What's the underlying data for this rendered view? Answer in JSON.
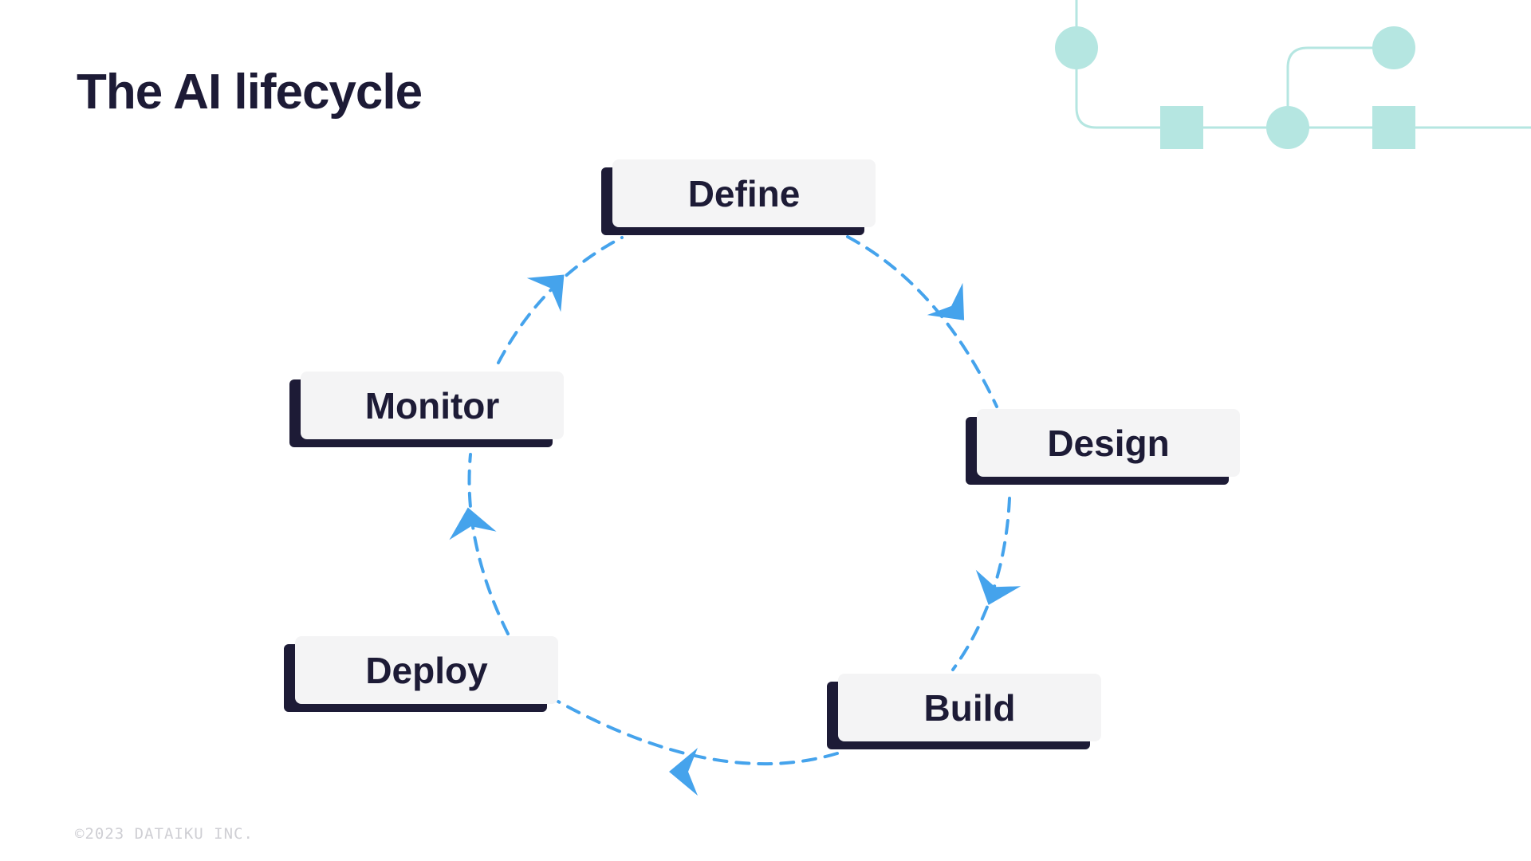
{
  "slide": {
    "title": "The AI lifecycle",
    "copyright": "©2023 DATAIKU INC."
  },
  "diagram": {
    "type": "cycle",
    "direction": "clockwise",
    "stages": [
      {
        "key": "define",
        "label": "Define"
      },
      {
        "key": "design",
        "label": "Design"
      },
      {
        "key": "build",
        "label": "Build"
      },
      {
        "key": "deploy",
        "label": "Deploy"
      },
      {
        "key": "monitor",
        "label": "Monitor"
      }
    ],
    "connectors": [
      {
        "from": "Define",
        "to": "Design"
      },
      {
        "from": "Design",
        "to": "Build"
      },
      {
        "from": "Build",
        "to": "Deploy"
      },
      {
        "from": "Deploy",
        "to": "Monitor"
      },
      {
        "from": "Monitor",
        "to": "Define"
      }
    ]
  },
  "colors": {
    "title_text": "#1d1b36",
    "box_face": "#f4f4f5",
    "box_shadow": "#1d1b36",
    "arrow": "#45a3ec",
    "decoration": "#b5e6e1",
    "copyright": "#cfcfd4"
  }
}
